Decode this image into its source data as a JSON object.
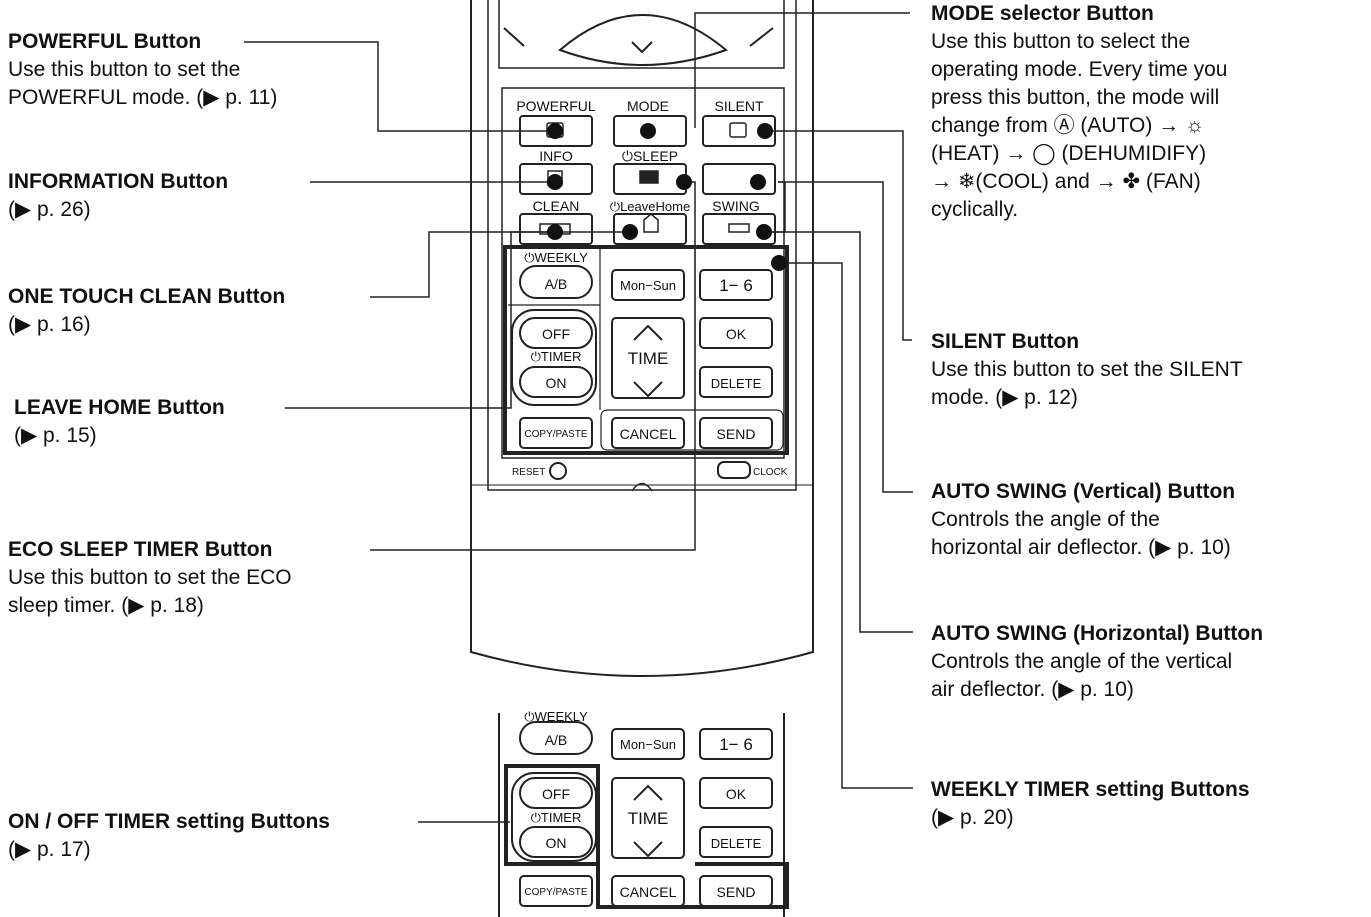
{
  "callouts": {
    "powerful": {
      "title": "POWERFUL Button",
      "desc": "Use this button to set the\nPOWERFUL mode. (▶ p. 11)"
    },
    "information": {
      "title": "INFORMATION Button",
      "desc": "(▶ p. 26)"
    },
    "clean": {
      "title": "ONE TOUCH CLEAN Button",
      "desc": "(▶ p. 16)"
    },
    "leave_home": {
      "title": "LEAVE HOME Button",
      "desc": "(▶ p. 15)"
    },
    "eco_sleep": {
      "title": "ECO SLEEP TIMER Button",
      "desc": "Use this button to set the ECO\nsleep timer. (▶ p. 18)"
    },
    "on_off_timer": {
      "title": "ON / OFF TIMER setting Buttons",
      "desc": "(▶ p. 17)"
    },
    "mode": {
      "title": "MODE selector Button",
      "desc": "Use this button to select the\noperating mode. Every time you\npress this button, the mode will\nchange from Ⓐ (AUTO) → ☼\n(HEAT) → ◯ (DEHUMIDIFY)\n→ ❄(COOL) and → ✤ (FAN)\ncyclically."
    },
    "silent": {
      "title": "SILENT Button",
      "desc": "Use this button to set the SILENT\nmode. (▶ p. 12)"
    },
    "swing_vertical": {
      "title": "AUTO SWING (Vertical) Button",
      "desc": "Controls the angle of the\nhorizontal air deflector. (▶ p. 10)"
    },
    "swing_horizontal": {
      "title": "AUTO SWING (Horizontal) Button",
      "desc": "Controls the angle of the vertical\nair deflector. (▶ p. 10)"
    },
    "weekly": {
      "title": "WEEKLY TIMER setting Buttons",
      "desc": "(▶ p. 20)"
    }
  },
  "remote": {
    "powerful": "POWERFUL",
    "mode": "MODE",
    "silent": "SILENT",
    "info": "INFO",
    "sleep": "⏻SLEEP",
    "clean": "CLEAN",
    "leave_home": "⏻LeaveHome",
    "swing": "SWING",
    "weekly": "⏻WEEKLY",
    "ab": "A/B",
    "mon_sun": "Mon−Sun",
    "one_six": "1− 6",
    "off": "OFF",
    "timer": "⏻TIMER",
    "on": "ON",
    "time": "TIME",
    "ok": "OK",
    "delete": "DELETE",
    "copy_paste": "COPY/PASTE",
    "cancel": "CANCEL",
    "send": "SEND",
    "reset": "RESET",
    "clock": "CLOCK"
  }
}
